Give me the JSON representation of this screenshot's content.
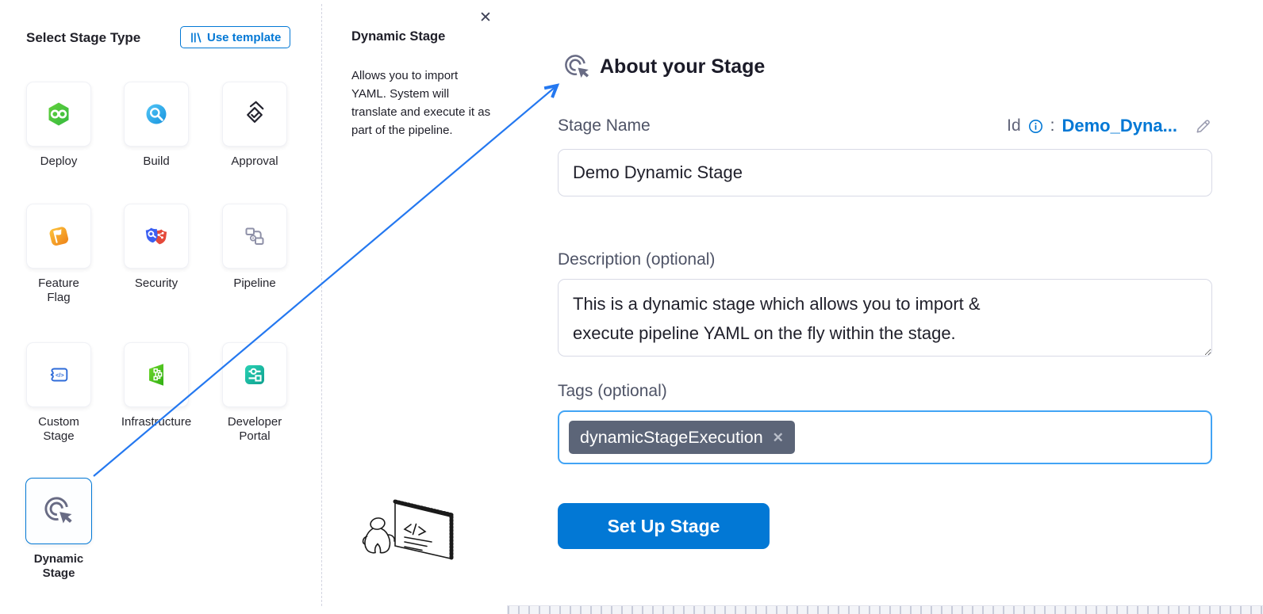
{
  "colors": {
    "accent": "#0278d5",
    "arrow_blue": "#2478f0",
    "tag_chip_bg": "#5c6578",
    "selected_tile_border": "#0278d5"
  },
  "left_panel": {
    "title": "Select Stage Type",
    "use_template": {
      "label": "Use template",
      "icon": "template-library-icon"
    },
    "stages": [
      {
        "label": "Deploy",
        "icon": "deploy-icon"
      },
      {
        "label": "Build",
        "icon": "build-icon"
      },
      {
        "label": "Approval",
        "icon": "approval-icon"
      },
      {
        "label": "Feature\nFlag",
        "icon": "feature-flag-icon"
      },
      {
        "label": "Security",
        "icon": "security-icon"
      },
      {
        "label": "Pipeline",
        "icon": "pipeline-icon"
      },
      {
        "label": "Custom\nStage",
        "icon": "custom-stage-icon"
      },
      {
        "label": "Infrastructure",
        "icon": "infrastructure-icon"
      },
      {
        "label": "Developer\nPortal",
        "icon": "developer-portal-icon"
      },
      {
        "label": "Dynamic\nStage",
        "icon": "dynamic-stage-icon",
        "selected": true
      }
    ]
  },
  "info_panel": {
    "close_icon": "✕",
    "title": "Dynamic Stage",
    "description": "Allows you to import YAML. System will translate and execute it as part of the pipeline.",
    "illustration": "presenter-at-whiteboard"
  },
  "form_panel": {
    "heading": "About your Stage",
    "heading_icon": "dynamic-stage-icon",
    "stage_name": {
      "label": "Stage Name",
      "value": "Demo Dynamic Stage"
    },
    "id_row": {
      "label": "Id",
      "separator": ":",
      "value": "Demo_Dyna...",
      "info_icon": "info-icon",
      "edit_icon": "pencil-icon"
    },
    "description": {
      "label": "Description (optional)",
      "value": "This is a dynamic stage which allows you to import &\nexecute pipeline YAML on the fly within the stage."
    },
    "tags": {
      "label": "Tags (optional)",
      "chips": [
        {
          "text": "dynamicStageExecution",
          "remove_icon": "✕"
        }
      ]
    },
    "submit_label": "Set Up Stage"
  }
}
